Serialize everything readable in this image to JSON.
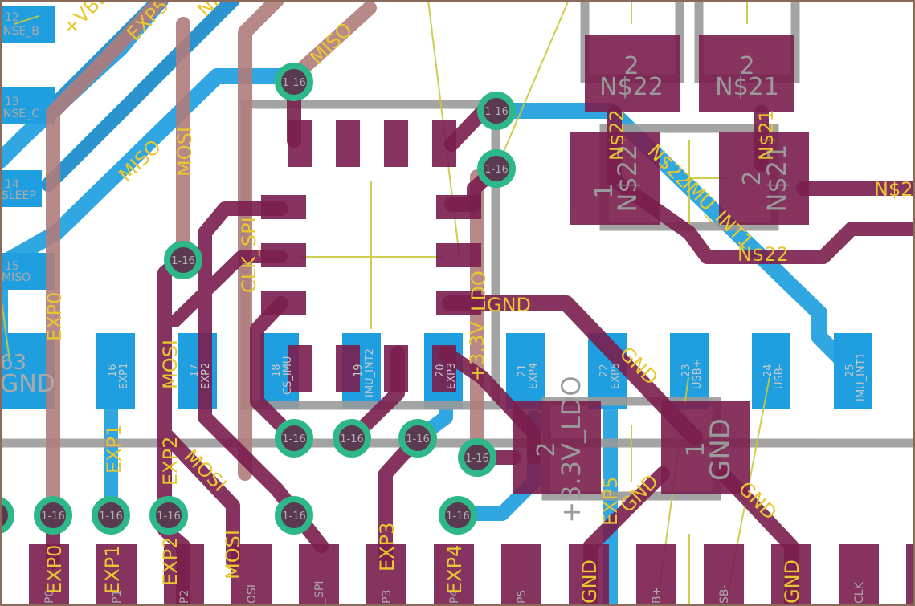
{
  "board": {
    "colors": {
      "background": "#ffffff",
      "top_copper": "#7a1e4e",
      "bottom_copper": "#1f9fe0",
      "silkscreen_gray": "#9a9a9a",
      "trace_brown": "#b07c7c",
      "airwire": "#c8c83c",
      "via_ring": "#2eb88a",
      "label_yellow": "#e8c830",
      "frame": "#8a6a5a"
    },
    "via_label": "1-16",
    "top_pins": [
      {
        "num": "12",
        "name": "NSE_B"
      },
      {
        "num": "13",
        "name": "NSE_C"
      },
      {
        "num": "14",
        "name": "SLEEP"
      },
      {
        "num": "15",
        "name": "MISO"
      }
    ],
    "bottom_row_pins": [
      {
        "num": "63",
        "name": "GND"
      },
      {
        "num": "16",
        "name": "EXP1"
      },
      {
        "num": "17",
        "name": "EXP2"
      },
      {
        "num": "18",
        "name": "CS_IMU"
      },
      {
        "num": "19",
        "name": "IMU_INT2"
      },
      {
        "num": "20",
        "name": "EXP3"
      },
      {
        "num": "21",
        "name": "EXP4"
      },
      {
        "num": "22",
        "name": "EXP5"
      },
      {
        "num": "23",
        "name": "USB+"
      },
      {
        "num": "24",
        "name": "USB-"
      },
      {
        "num": "25",
        "name": "IMU_INT1"
      }
    ],
    "bottom_pads": [
      "P0",
      "P1",
      "P2",
      "OSI",
      "_SPI",
      "P3",
      "P4",
      "P5",
      "",
      "B+",
      "SB-",
      "",
      "CLK"
    ],
    "components": [
      {
        "pin": "2",
        "net": "N$22"
      },
      {
        "pin": "2",
        "net": "N$21"
      },
      {
        "pin": "1",
        "net": "N$22"
      },
      {
        "pin": "2",
        "net": "N$21"
      },
      {
        "pin": "2",
        "net": "+3.3V_LDO"
      },
      {
        "pin": "1",
        "net": "GND"
      }
    ],
    "net_labels": {
      "vbl": "+VBL",
      "exp5_top": "EXP5",
      "nr": "NR",
      "miso": "MISO",
      "mosi": "MOSI",
      "clk_spi": "CLK_SPI",
      "ldo": "LDO",
      "gnd": "GND",
      "v33": "+3.3V",
      "exp0": "EXP0",
      "exp1": "EXP1",
      "exp2": "EXP2",
      "exp3": "EXP3",
      "exp4": "EXP4",
      "exp5": "EXP5",
      "n22": "N$22",
      "n21": "N$21",
      "n2": "N$2",
      "imu_int1": "IMU_INT1"
    }
  }
}
